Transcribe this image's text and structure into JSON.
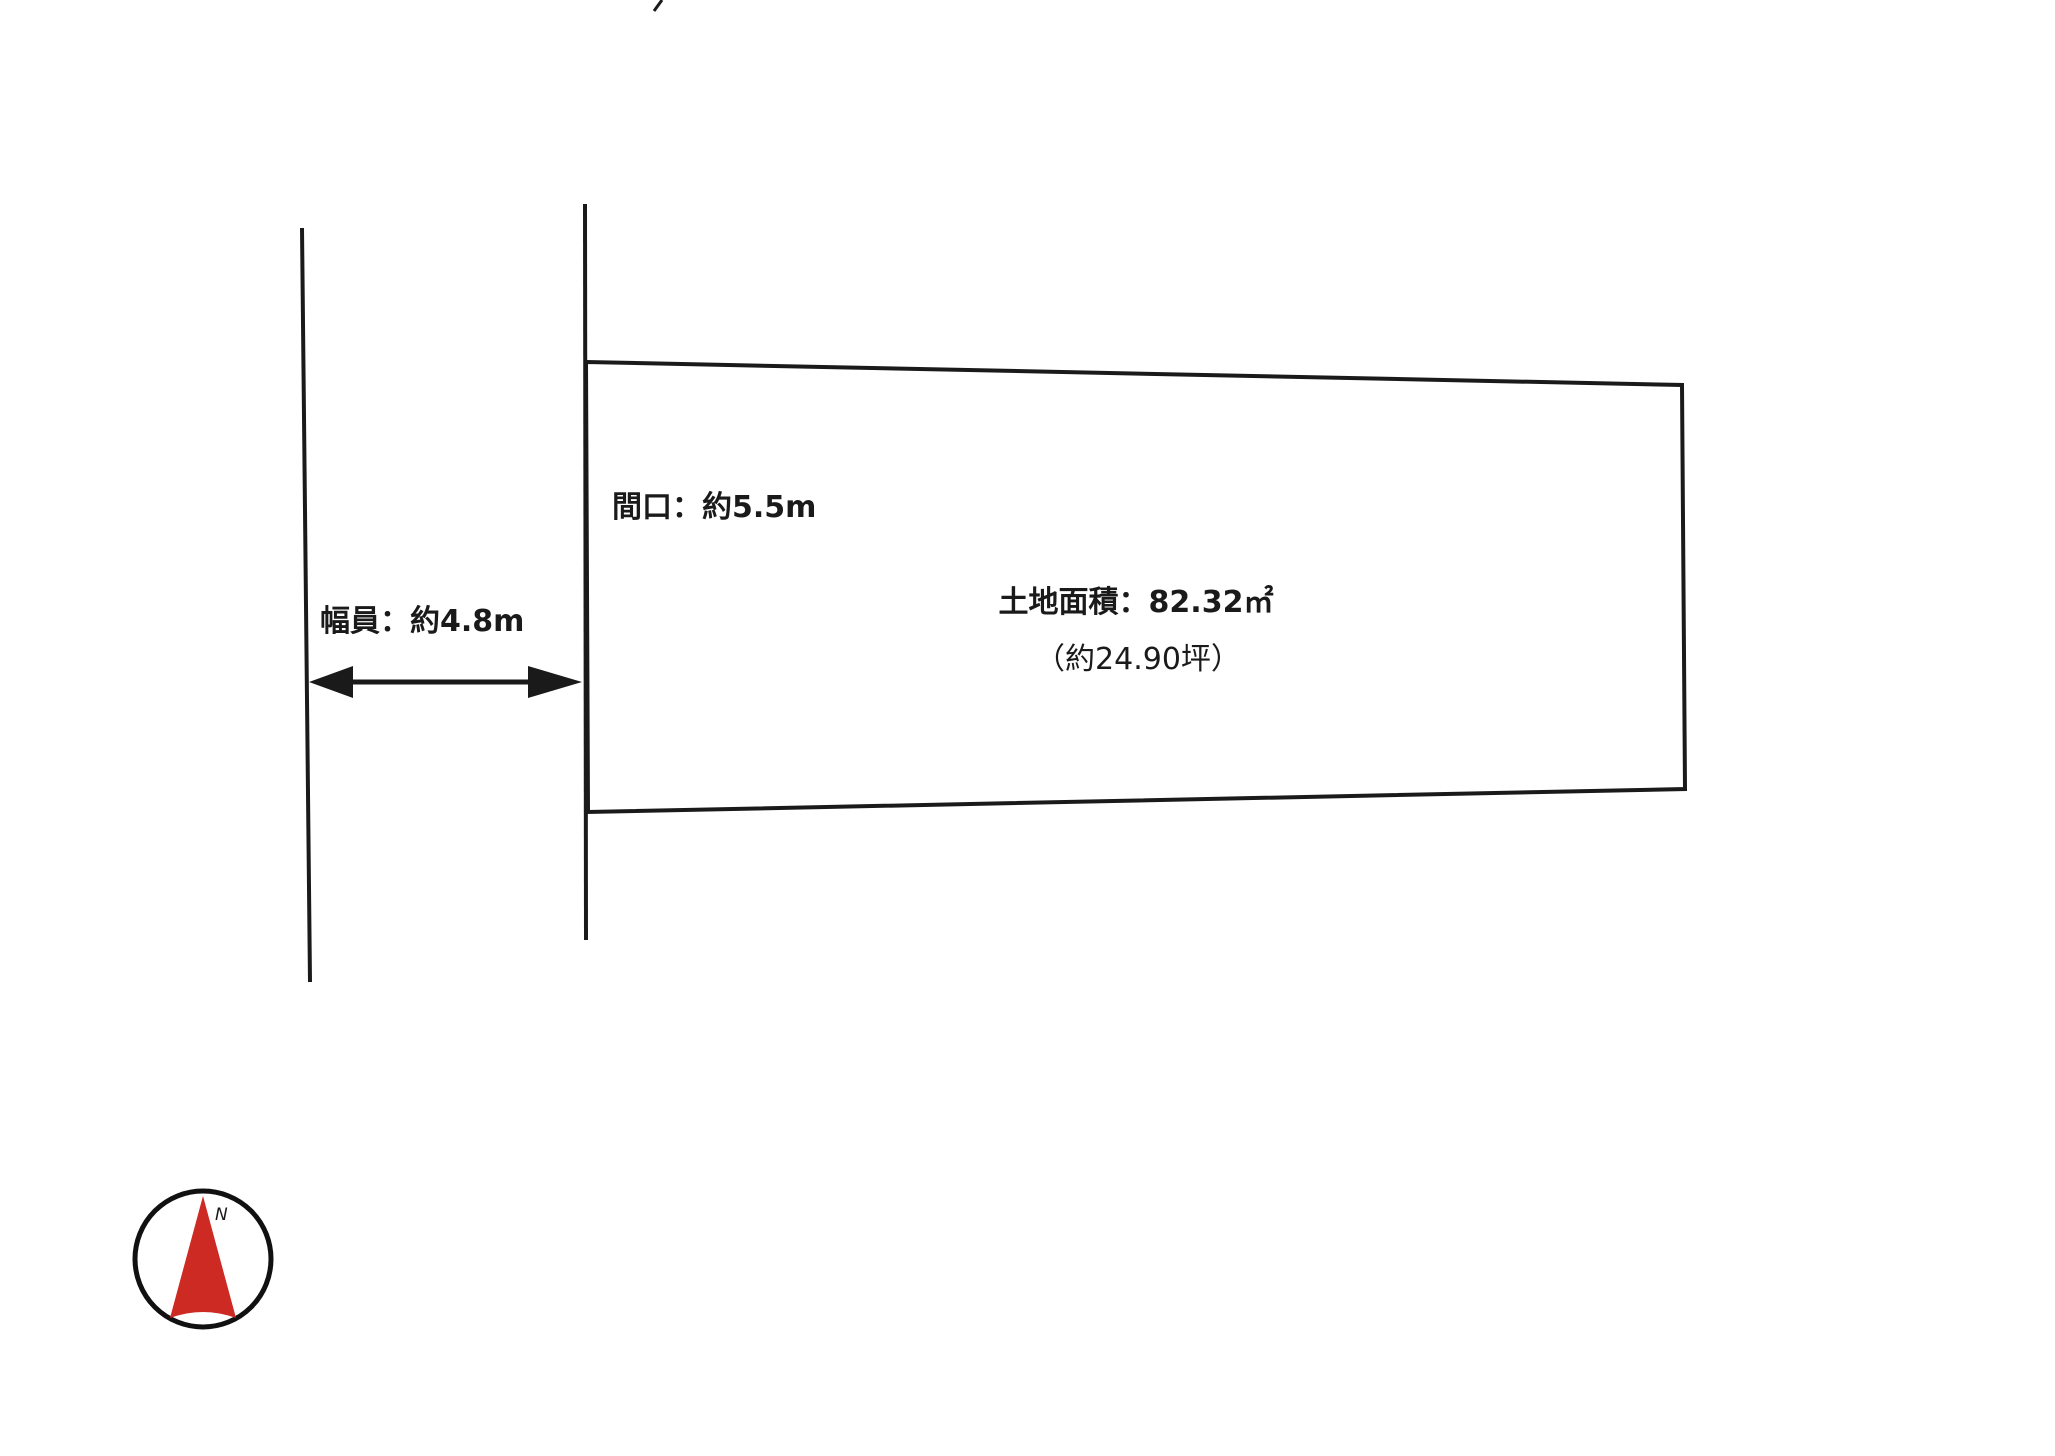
{
  "labels": {
    "frontage": "間口：約5.5m",
    "road_width": "幅員：約4.8m",
    "land_area": "土地面積：82.32㎡",
    "land_area_tsubo": "（約24.90坪）",
    "compass_n": "N"
  },
  "colors": {
    "line": "#1a1a1a",
    "compass_needle": "#cc2a22",
    "compass_ring": "#111111"
  },
  "icons": {
    "compass": "north-arrow-icon",
    "dimension_arrow": "double-arrow-icon"
  }
}
